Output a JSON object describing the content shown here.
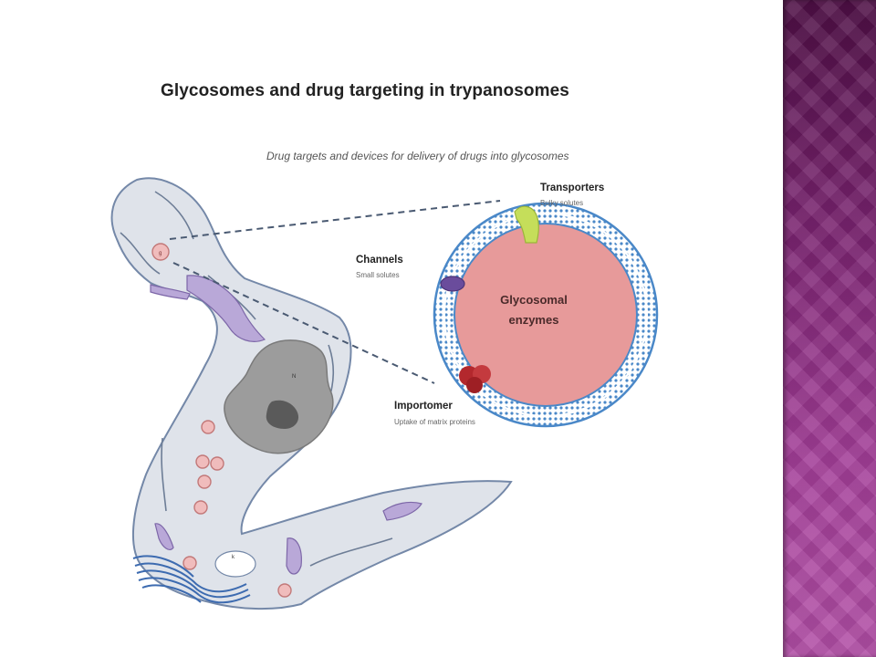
{
  "slide": {
    "title": "Glycosomes and drug targeting in trypanosomes",
    "subtitle": "Drug targets and devices for delivery of drugs into glycosomes",
    "glycosome_label_line1": "Glycosomal",
    "glycosome_label_line2": "enzymes",
    "labels": {
      "transporters": {
        "title": "Transporters",
        "sub": "Bulky solutes"
      },
      "channels": {
        "title": "Channels",
        "sub": "Small solutes"
      },
      "importomer": {
        "title": "Importomer",
        "sub": "Uptake of matrix proteins"
      }
    },
    "organelle_letters": {
      "glycosome": "g",
      "nucleus": "N",
      "kinetoplast": "k"
    }
  },
  "colors": {
    "side_band_top": "#4e0f45",
    "side_band_bottom": "#b24fa6",
    "cell_fill": "#dfe3ea",
    "cell_outline": "#7488a8",
    "glycosome_fill": "#e79a9a",
    "membrane": "#4a88c8",
    "transporter": "#c5de5a",
    "channel": "#6a4c9c",
    "importomer": "#b3282d",
    "nucleus": "#9c9c9c",
    "flagellum": "#3d6bb0"
  }
}
